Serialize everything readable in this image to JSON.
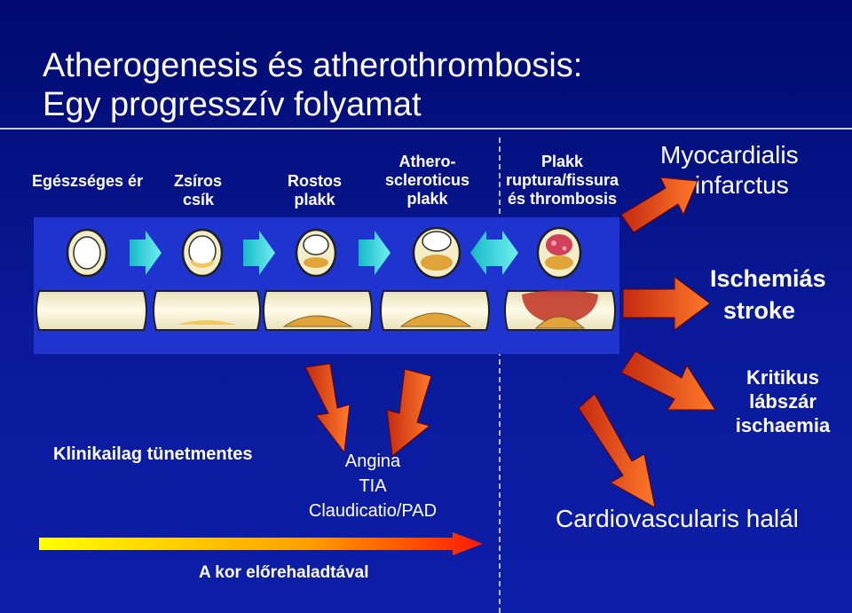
{
  "title": {
    "line1": "Atherogenesis és atherothrombosis:",
    "line2": "Egy progresszív folyamat"
  },
  "stages": {
    "healthy": "Egészséges ér",
    "fatty": "Zsíros\n  csík",
    "fibrous": "Rostos\nplakk",
    "athero": "Athero-\nscleroticus\nplakk",
    "rupture": "Plakk\nruptura/fissura\nés thrombosis"
  },
  "outcomes": {
    "mi": "Myocardialis\n     infarctus",
    "stroke": "Ischemiás\n  stroke",
    "limb": "Kritikus\nlábszár\nischaemia",
    "death": "Cardiovascularis halál"
  },
  "clinical": {
    "asymptomatic": "Klinikailag tünetmentes",
    "symptoms": "Angina\nTIA\nClaudicatio/PAD"
  },
  "age_axis": "A kor előrehaladtával",
  "colors": {
    "background": "#0a1a9a",
    "panel": "#1f34cf",
    "arrow_teal": "#2fd0d8",
    "arrow_orange": "#e8501a",
    "plaque": "#e0a43a",
    "thrombus": "#c03020"
  },
  "icons": [
    "vessel-cross-section-icon",
    "vessel-longitudinal-icon",
    "teal-arrow-icon",
    "orange-arrow-icon",
    "age-gradient-arrow-icon"
  ]
}
